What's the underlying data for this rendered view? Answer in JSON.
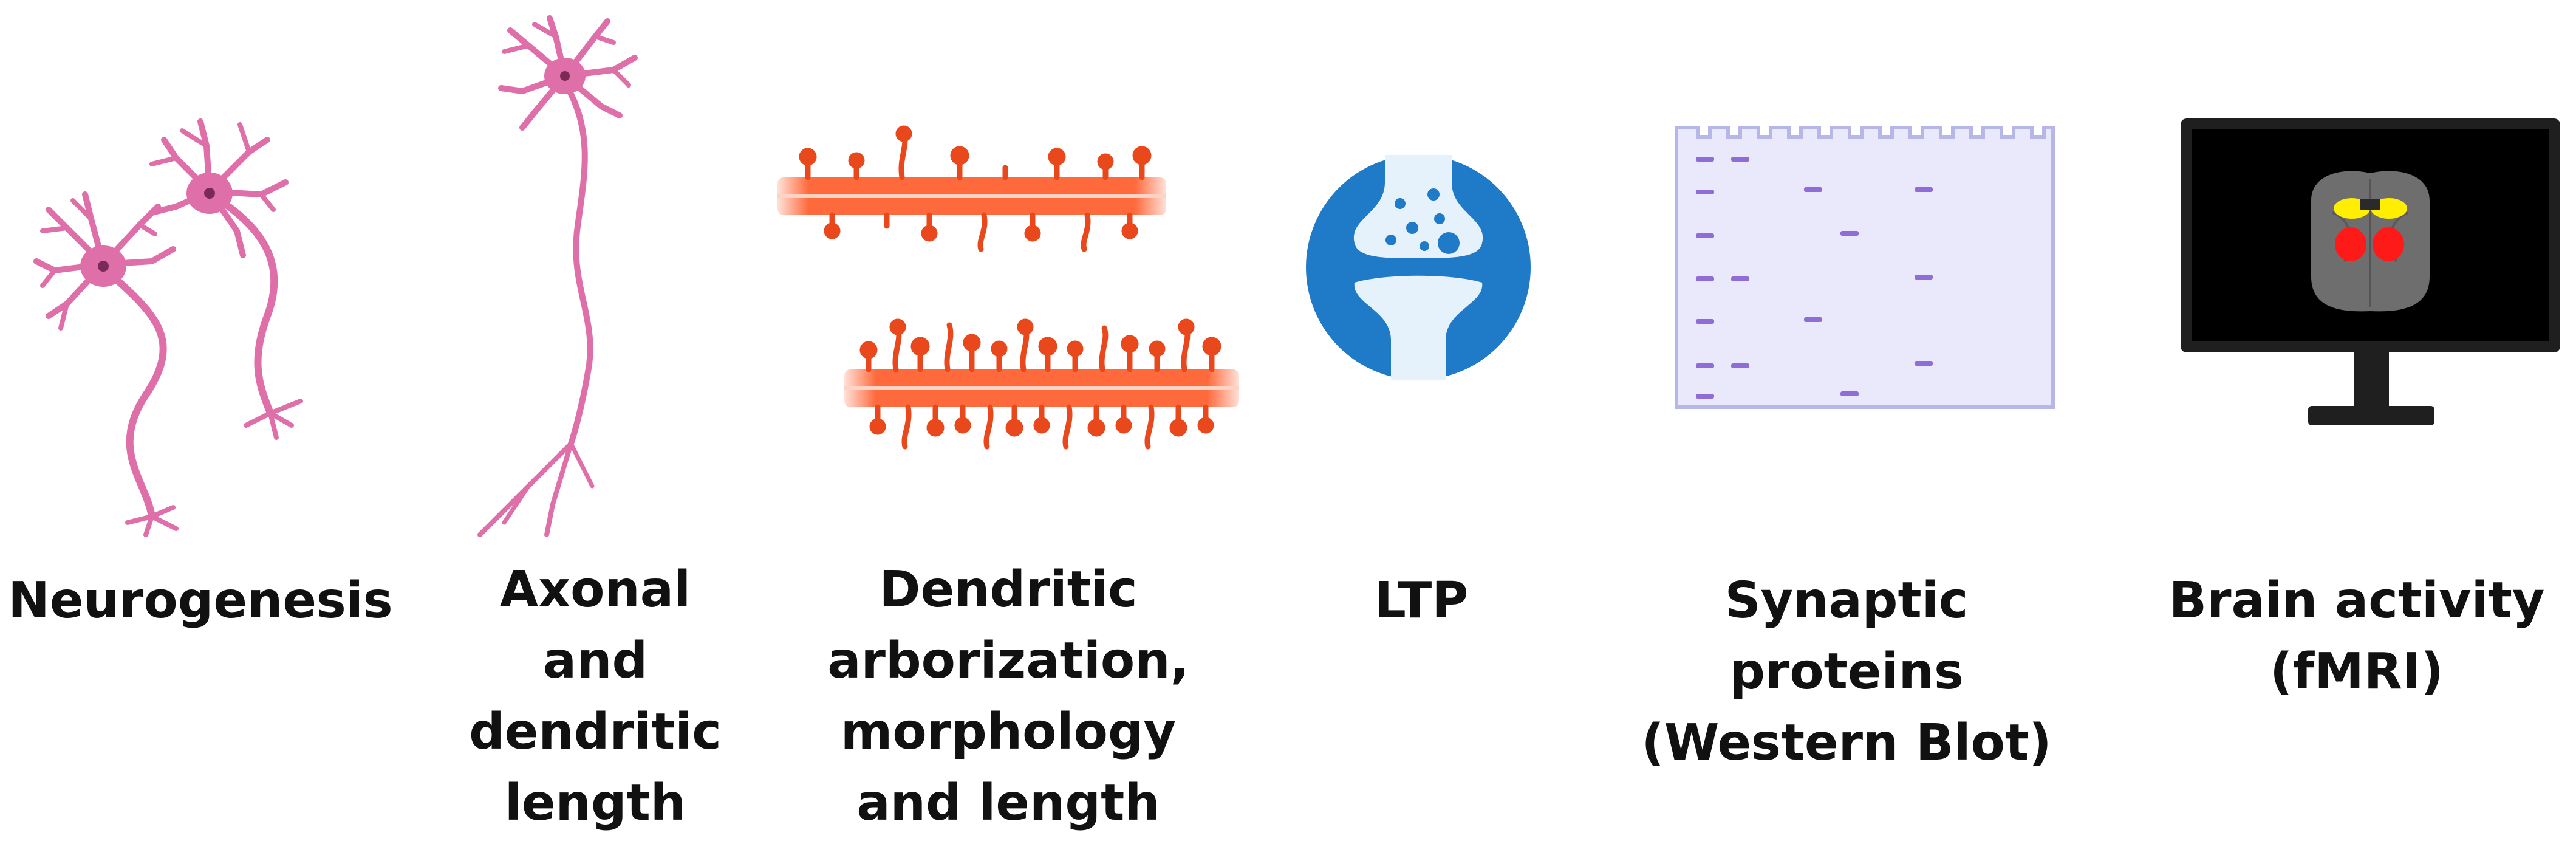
{
  "panels": [
    {
      "id": "neurogenesis",
      "label": "Neurogenesis",
      "icon": "neurons-icon"
    },
    {
      "id": "axonal",
      "label": "Axonal\nand\ndendritic\nlength",
      "icon": "single-neuron-icon"
    },
    {
      "id": "dendritic",
      "label": "Dendritic\narborization,\nmorphology\nand length",
      "icon": "dendrite-spines-icon"
    },
    {
      "id": "ltp",
      "label": "LTP",
      "icon": "synapse-icon"
    },
    {
      "id": "synaptic",
      "label": "Synaptic proteins\n(Western Blot)",
      "icon": "western-blot-gel-icon"
    },
    {
      "id": "brain",
      "label": "Brain activity\n(fMRI)",
      "icon": "fmri-monitor-icon"
    }
  ],
  "colors": {
    "neuron": "#de6fa9",
    "dendrite": "#ff6a3d",
    "dendrite_dark": "#e8481c",
    "synapse_blue": "#1f7ac8",
    "synapse_light": "#e6f2fb",
    "gel": "#e9e9fb",
    "gel_edge": "#b7b6e8",
    "band": "#8f6cd6",
    "monitor": "#1f1f1f",
    "brain_gray": "#6e6e6e",
    "hot_red": "#ff1a1a",
    "hot_yellow": "#ffee00",
    "text": "#111111"
  }
}
